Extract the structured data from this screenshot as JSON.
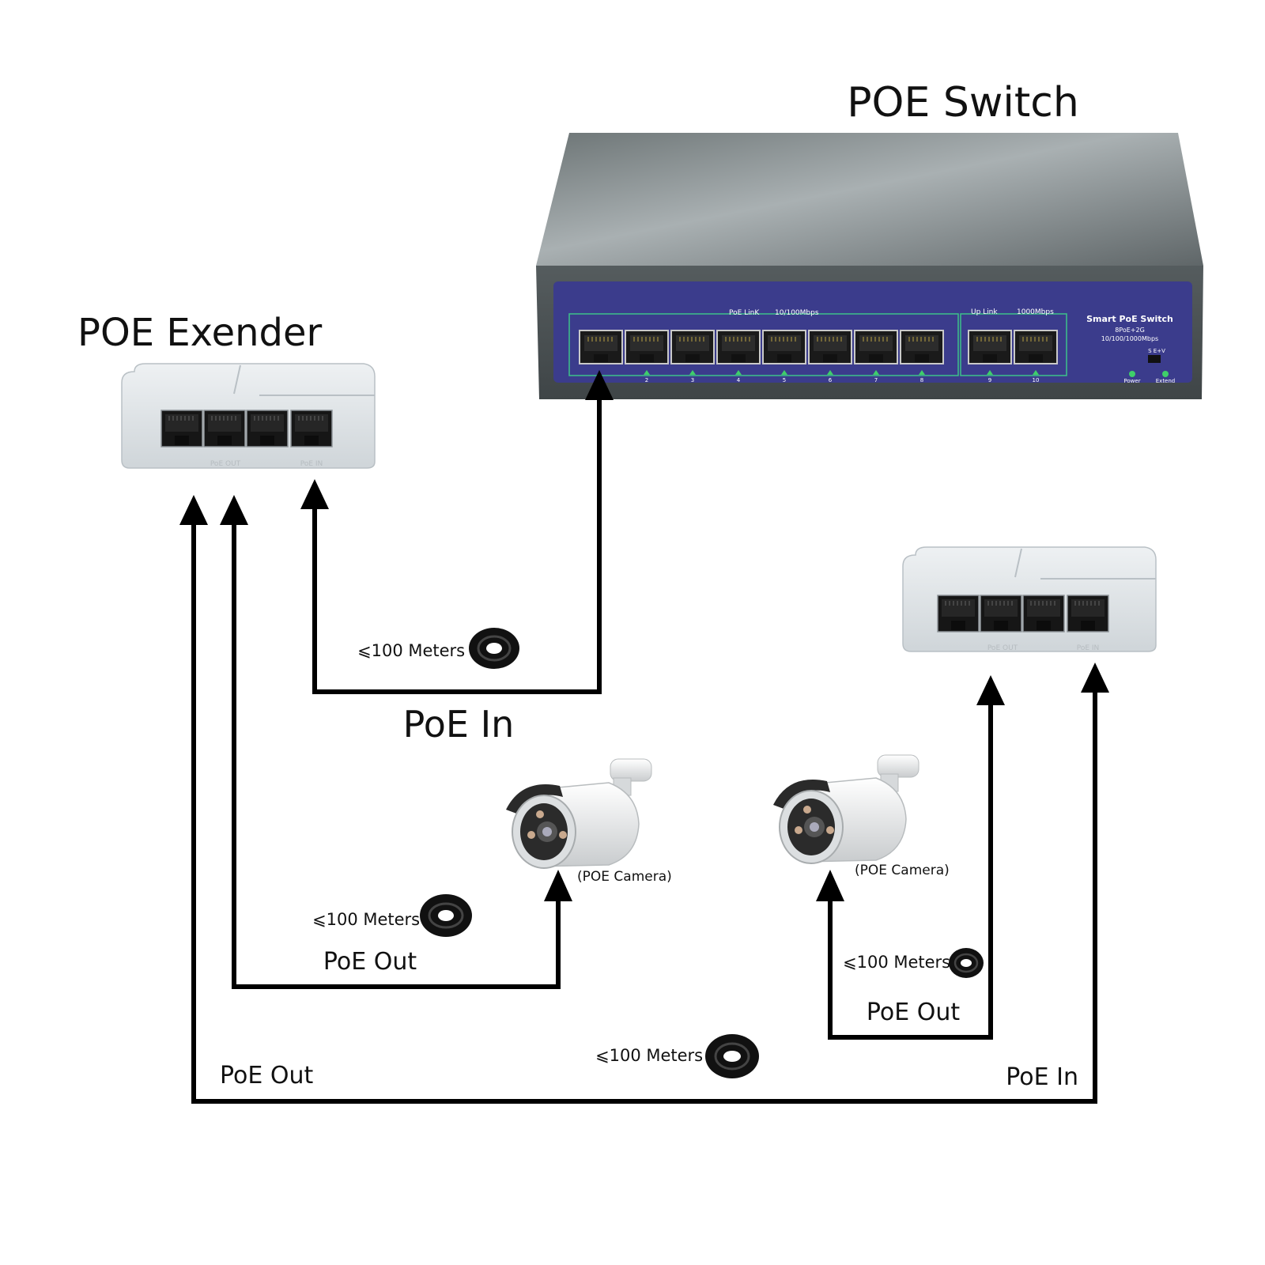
{
  "titles": {
    "switch": "POE Switch",
    "extender": "POE Exender"
  },
  "switch_panel": {
    "group1_a": "PoE LinK",
    "group1_b": "10/100Mbps",
    "group2_a": "Up Link",
    "group2_b": "1000Mbps",
    "brand": "Smart PoE Switch",
    "model": "8PoE+2G",
    "speed": "10/100/1000Mbps",
    "switch_mark": "S  E+V",
    "power": "Power",
    "extend": "Extend",
    "port_numbers": [
      "",
      "2",
      "3",
      "4",
      "5",
      "6",
      "7",
      "8",
      "9",
      "10"
    ]
  },
  "extender_panel": {
    "label_out": "PoE OUT",
    "label_in": "PoE IN"
  },
  "connections": {
    "poe_in_main": "PoE In",
    "poe_out_cam1": "PoE Out",
    "poe_out_bottom": "PoE Out",
    "poe_out_cam2": "PoE Out",
    "poe_in_right": "PoE In"
  },
  "distances": {
    "d1": "⩽100 Meters",
    "d2": "⩽100 Meters",
    "d3": "⩽100 Meters",
    "d4": "⩽100 Meters"
  },
  "cameras": {
    "cam1": "(POE Camera)",
    "cam2": "(POE Camera)"
  },
  "colors": {
    "switch_body": "#7d8587",
    "switch_panel": "#3a3a8a",
    "extender_body": "#dde2e6",
    "line": "#000000"
  }
}
